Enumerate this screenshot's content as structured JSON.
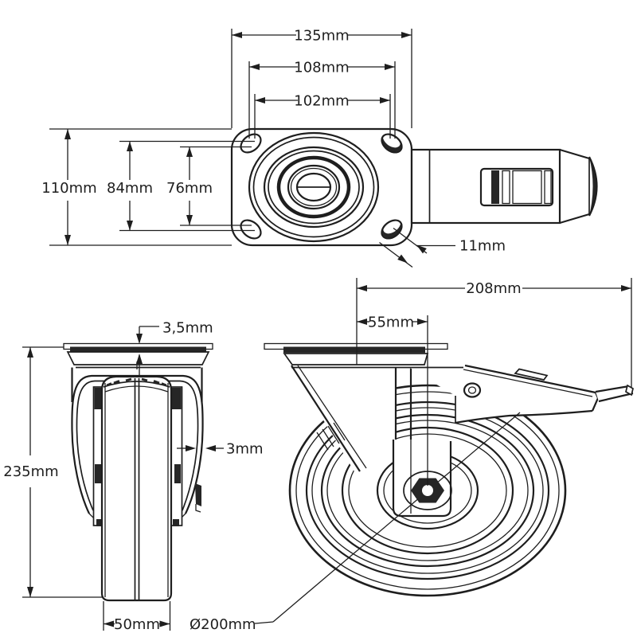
{
  "colors": {
    "line": "#1e1e1e",
    "background": "#ffffff",
    "dark_fill": "#262626"
  },
  "views": {
    "top": {
      "plate_length": "135mm",
      "bolt_pitch_length_outer": "108mm",
      "bolt_pitch_length_inner": "102mm",
      "plate_width": "110mm",
      "bolt_pitch_width_outer": "84mm",
      "bolt_pitch_width_inner": "76mm",
      "bolt_hole_diameter": "11mm"
    },
    "front": {
      "plate_thickness": "3,5mm",
      "total_height": "235mm",
      "fork_steel_thickness": "3mm",
      "wheel_width": "50mm"
    },
    "side": {
      "total_length": "208mm",
      "swivel_offset": "55mm",
      "wheel_diameter": "Ø200mm"
    }
  }
}
